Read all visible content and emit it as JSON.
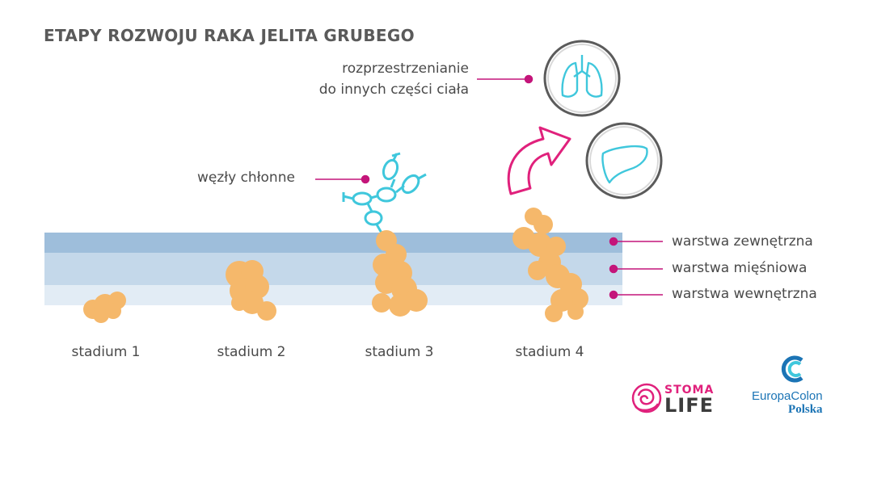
{
  "title": "ETAPY ROZWOJU RAKA JELITA GRUBEGO",
  "labels": {
    "spread_line1": "rozprzestrzenianie",
    "spread_line2": "do innych części ciała",
    "lymph": "węzły chłonne"
  },
  "layers": [
    {
      "label": "warstwa zewnętrzna"
    },
    {
      "label": "warstwa mięśniowa"
    },
    {
      "label": "warstwa wewnętrzna"
    }
  ],
  "stages": [
    {
      "label": "stadium 1"
    },
    {
      "label": "stadium 2"
    },
    {
      "label": "stadium 3"
    },
    {
      "label": "stadium 4"
    }
  ],
  "logos": {
    "stoma_top": "STOMA",
    "stoma_bottom": "LIFE",
    "europacolon": "EuropaColon",
    "polska": "Polska"
  },
  "colors": {
    "accent": "#c4157a",
    "tumor": "#f5b86b",
    "layer_outer": "#9ebedb",
    "layer_muscle": "#c4d8ea",
    "layer_inner": "#e2ecf5",
    "lymph": "#3fc7dc",
    "arrow": "#e0217c",
    "organ_ring": "#5b5b5b"
  },
  "icons": [
    "lungs-icon",
    "liver-icon",
    "arrow-icon",
    "rose-logo-icon",
    "europacolon-c-icon"
  ]
}
